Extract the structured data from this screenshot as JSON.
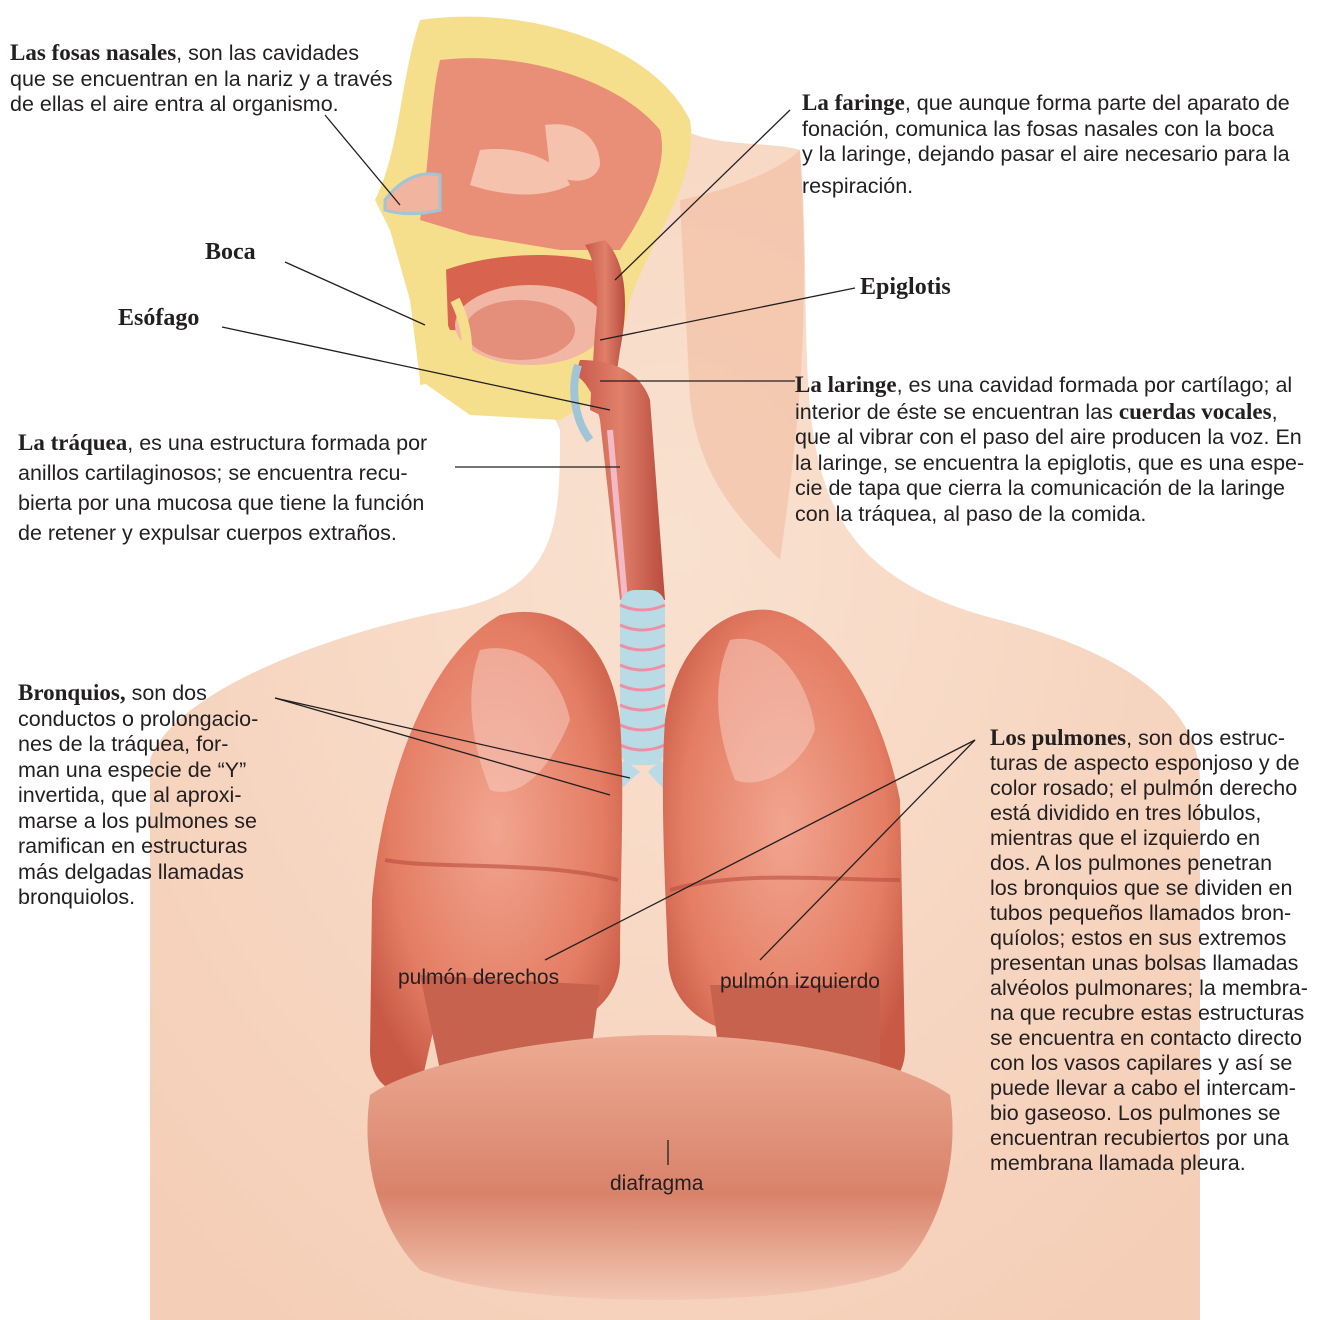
{
  "colors": {
    "skin": "#f6cfb6",
    "lung": "#e7876f",
    "lung_dark": "#c95b48",
    "bone": "#f3df86",
    "trachea": "#b9dbe6",
    "diaphragm": "#d9826a"
  },
  "labels": {
    "fosas": {
      "bold": "Las fosas nasales",
      "lines": [
        ", son las cavidades",
        "que se encuentran en la nariz y a través",
        "de ellas el aire entra al organismo."
      ]
    },
    "faringe": {
      "bold": "La faringe",
      "lines": [
        ", que aunque forma parte del aparato de",
        "fonación, comunica las fosas nasales con la boca",
        "y la laringe, dejando pasar el aire necesario para la",
        "respiración."
      ]
    },
    "boca": "Boca",
    "epiglotis": "Epiglotis",
    "esofago": "Esófago",
    "laringe": {
      "bold": "La laringe",
      "line1": ", es una cavidad formada por cartílago; al",
      "line2_pre": "interior de éste se encuentran las ",
      "line2_bold": "cuerdas vocales",
      "line2_post": ",",
      "lines": [
        "que al vibrar con el paso del aire producen la voz. En",
        "la laringe, se encuentra la epiglotis, que es una espe-",
        "cie de tapa que cierra la comunicación de la laringe",
        "con la tráquea, al paso de la comida."
      ]
    },
    "traquea": {
      "bold": "La tráquea",
      "lines": [
        ", es una estructura formada por",
        "anillos cartilaginosos; se encuentra recu-",
        "bierta por una mucosa que tiene la función",
        "de retener y expulsar cuerpos extraños."
      ]
    },
    "bronquios": {
      "bold": "Bronquios,",
      "lines": [
        " son dos",
        "conductos o prolongacio-",
        "nes de la tráquea, for-",
        "man una especie de “Y”",
        "invertida, que al aproxi-",
        "marse a los pulmones se",
        "ramifican en estructuras",
        "más delgadas llamadas",
        "bronquiolos."
      ]
    },
    "pulmones": {
      "bold": "Los pulmones",
      "lines": [
        ", son dos estruc-",
        "turas de aspecto esponjoso y de",
        "color rosado; el pulmón derecho",
        "está dividido en tres lóbulos,",
        "mientras que el izquierdo en",
        "dos. A los pulmones penetran",
        "los bronquios que se dividen en",
        "tubos pequeños llamados bron-",
        "quíolos; estos en sus extremos",
        "presentan unas bolsas llamadas",
        "alvéolos pulmonares; la membra-",
        "na que recubre estas estructuras",
        "se encuentra en contacto directo",
        "con los vasos capilares y así se",
        "puede llevar a cabo el intercam-",
        "bio gaseoso. Los pulmones se",
        "encuentran recubiertos por una",
        "membrana llamada pleura."
      ]
    },
    "pulmon_derecho": "pulmón derechos",
    "pulmon_izquierdo": "pulmón izquierdo",
    "diafragma": "diafragma"
  }
}
